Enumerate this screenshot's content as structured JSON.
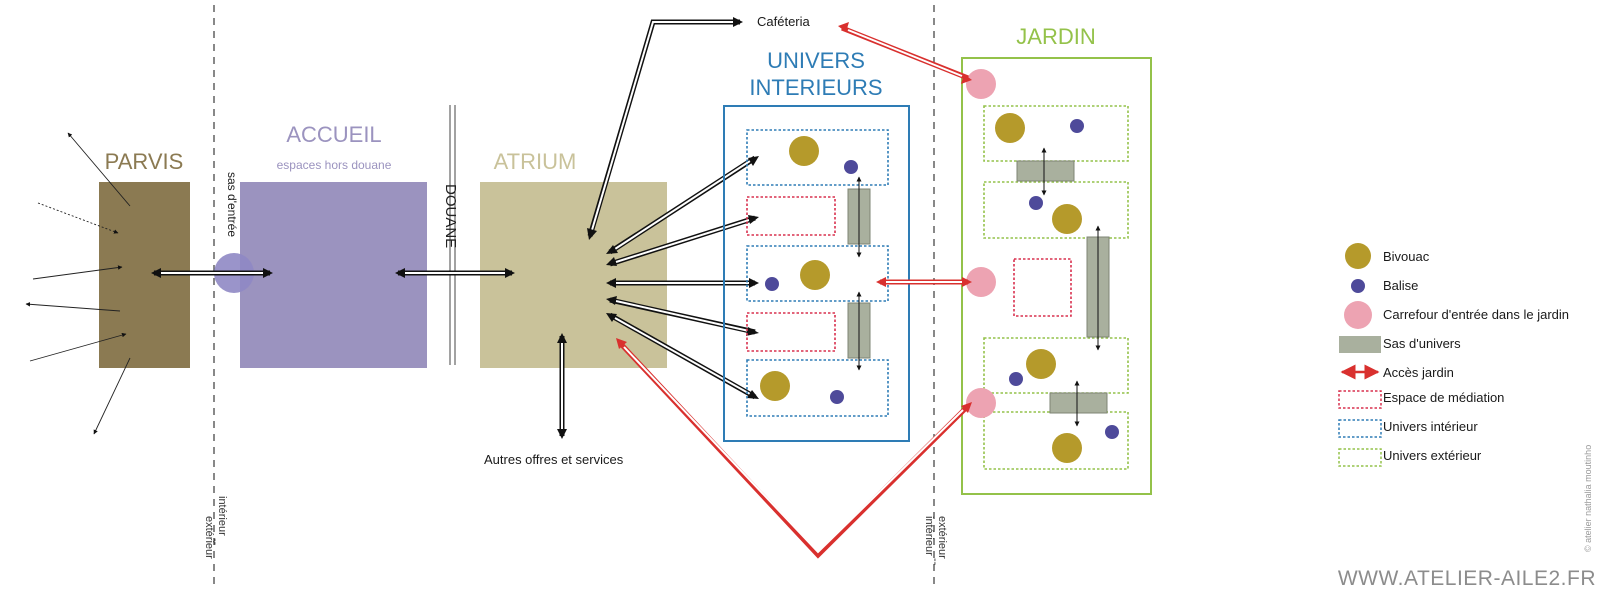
{
  "zones": {
    "parvis": "PARVIS",
    "accueil": "ACCUEIL",
    "accueil_sub": "espaces hors douane",
    "atrium": "ATRIUM",
    "univers": [
      "UNIVERS",
      "INTERIEURS"
    ],
    "jardin": "JARDIN"
  },
  "labels": {
    "douane": "DOUANE",
    "sas_entree": "sas d'entrée",
    "cafeteria": "Caféteria",
    "autres": "Autres offres et services",
    "boundary_left": [
      "intérieur",
      "--",
      "extérieur"
    ],
    "boundary_right": [
      "extérieur",
      "--",
      "intérieur"
    ]
  },
  "legend": [
    {
      "type": "bivouac",
      "label": "Bivouac"
    },
    {
      "type": "balise",
      "label": "Balise"
    },
    {
      "type": "carrefour",
      "label": "Carrefour d'entrée dans le jardin"
    },
    {
      "type": "sas",
      "label": "Sas d'univers"
    },
    {
      "type": "acces",
      "label": "Accès jardin"
    },
    {
      "type": "mediation",
      "label": "Espace de médiation"
    },
    {
      "type": "interieur",
      "label": "Univers intérieur"
    },
    {
      "type": "exterieur",
      "label": "Univers extérieur"
    }
  ],
  "footer": "WWW.ATELIER-AILE2.FR",
  "credit": "© atelier nathalia moutinho",
  "colors": {
    "parvis": "#8b7a52",
    "accueil": "#9b93bf",
    "atrium": "#c9c29a",
    "univers": "#2e7cb5",
    "jardin": "#94c24a",
    "bivouac": "#b59a2b",
    "balise": "#4e4a9a",
    "carrefour": "#eda3b2",
    "sas": "#a9b09e",
    "access": "#d9302e",
    "mediation": "#d9304e"
  }
}
